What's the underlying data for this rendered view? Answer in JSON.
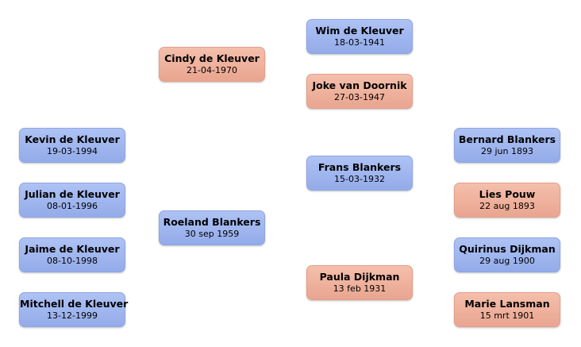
{
  "people": [
    {
      "id": "kevin",
      "name": "Kevin de Kleuver",
      "date": "19-03-1994",
      "gender": "male"
    },
    {
      "id": "julian",
      "name": "Julian de Kleuver",
      "date": "08-01-1996",
      "gender": "male"
    },
    {
      "id": "jaime",
      "name": "Jaime de Kleuver",
      "date": "08-10-1998",
      "gender": "male"
    },
    {
      "id": "mitchell",
      "name": "Mitchell de Kleuver",
      "date": "13-12-1999",
      "gender": "male"
    },
    {
      "id": "cindy",
      "name": "Cindy de Kleuver",
      "date": "21-04-1970",
      "gender": "female"
    },
    {
      "id": "roeland",
      "name": "Roeland Blankers",
      "date": "30 sep 1959",
      "gender": "male"
    },
    {
      "id": "wim",
      "name": "Wim de Kleuver",
      "date": "18-03-1941",
      "gender": "male"
    },
    {
      "id": "joke",
      "name": "Joke van Doornik",
      "date": "27-03-1947",
      "gender": "female"
    },
    {
      "id": "frans",
      "name": "Frans Blankers",
      "date": "15-03-1932",
      "gender": "male"
    },
    {
      "id": "paula",
      "name": "Paula Dijkman",
      "date": "13 feb 1931",
      "gender": "female"
    },
    {
      "id": "bernard",
      "name": "Bernard Blankers",
      "date": "29 jun 1893",
      "gender": "male"
    },
    {
      "id": "lies",
      "name": "Lies Pouw",
      "date": "22 aug 1893",
      "gender": "female"
    },
    {
      "id": "quirinus",
      "name": "Quirinus Dijkman",
      "date": "29 aug 1900",
      "gender": "male"
    },
    {
      "id": "marie",
      "name": "Marie Lansman",
      "date": "15 mrt 1901",
      "gender": "female"
    }
  ],
  "colors": {
    "male": "#9db4ee",
    "female": "#eeb29e"
  }
}
